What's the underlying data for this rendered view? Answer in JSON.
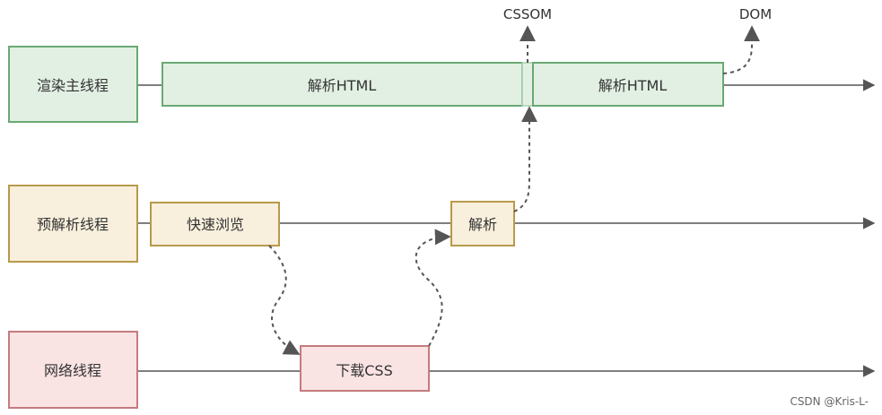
{
  "threads": {
    "render": "渲染主线程",
    "preparse": "预解析线程",
    "network": "网络线程"
  },
  "tasks": {
    "parse_html_1": "解析HTML",
    "parse_html_2": "解析HTML",
    "quick_scan": "快速浏览",
    "parse": "解析",
    "download_css": "下载CSS"
  },
  "outputs": {
    "cssom": "CSSOM",
    "dom": "DOM"
  },
  "watermark": "CSDN @Kris-L-",
  "colors": {
    "green_fill": "#e2f0e3",
    "green_stroke": "#6aa874",
    "yellow_fill": "#f8efdc",
    "yellow_stroke": "#b79a4a",
    "red_fill": "#fae3e3",
    "red_stroke": "#c47b7e",
    "line": "#555555"
  }
}
